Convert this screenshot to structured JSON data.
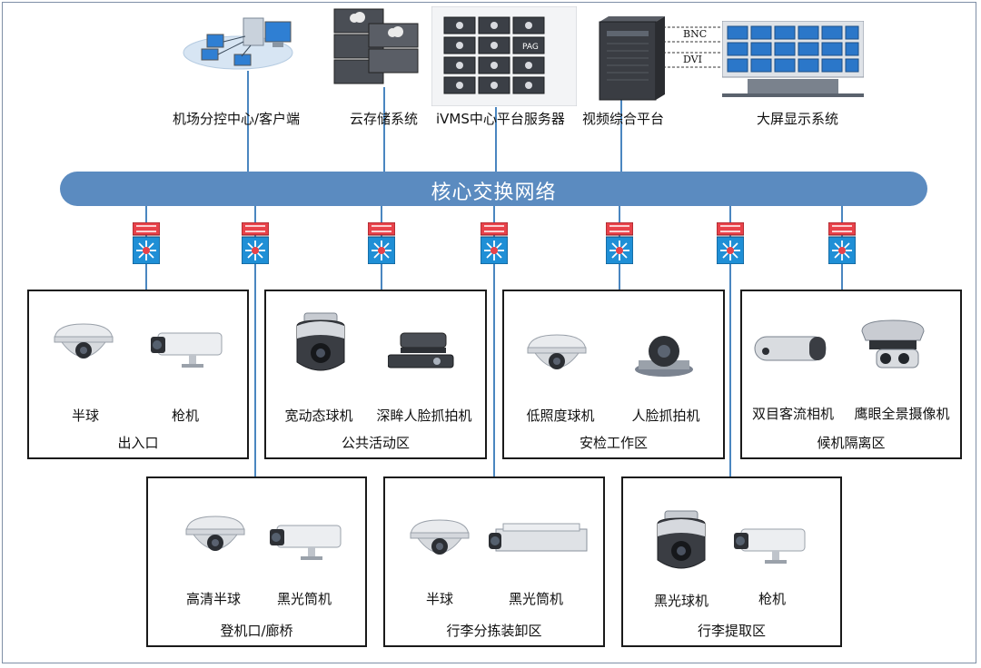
{
  "top_nodes": [
    {
      "label": "机场分控中心/客户端",
      "icon": "computer-network-icon"
    },
    {
      "label": "云存储系统",
      "icon": "cloud-storage-icon"
    },
    {
      "label": "iVMS中心平台服务器",
      "icon": "server-platform-icon"
    },
    {
      "label": "视频综合平台",
      "icon": "video-platform-rack-icon"
    },
    {
      "label": "大屏显示系统",
      "icon": "video-wall-icon"
    }
  ],
  "video_links": {
    "bnc": "BNC",
    "dvi": "DVI"
  },
  "core_network": "核心交换网络",
  "zones_top": [
    {
      "title": "出入口",
      "cameras": [
        {
          "label": "半球",
          "icon": "dome-camera-icon"
        },
        {
          "label": "枪机",
          "icon": "bullet-camera-icon"
        }
      ]
    },
    {
      "title": "公共活动区",
      "cameras": [
        {
          "label": "宽动态球机",
          "icon": "ptz-camera-icon"
        },
        {
          "label": "深眸人脸抓拍机",
          "icon": "face-capture-camera-icon"
        }
      ]
    },
    {
      "title": "安检工作区",
      "cameras": [
        {
          "label": "低照度球机",
          "icon": "dome-camera-icon"
        },
        {
          "label": "人脸抓拍机",
          "icon": "mini-ptz-camera-icon"
        }
      ]
    },
    {
      "title": "候机隔离区",
      "cameras": [
        {
          "label": "双目客流相机",
          "icon": "binocular-camera-icon"
        },
        {
          "label": "鹰眼全景摄像机",
          "icon": "panoramic-camera-icon"
        }
      ]
    }
  ],
  "zones_bottom": [
    {
      "title": "登机口/廊桥",
      "cameras": [
        {
          "label": "高清半球",
          "icon": "dome-camera-icon"
        },
        {
          "label": "黑光筒机",
          "icon": "bullet-camera-icon"
        }
      ]
    },
    {
      "title": "行李分拣装卸区",
      "cameras": [
        {
          "label": "半球",
          "icon": "dome-camera-icon"
        },
        {
          "label": "黑光筒机",
          "icon": "box-camera-icon"
        }
      ]
    },
    {
      "title": "行李提取区",
      "cameras": [
        {
          "label": "黑光球机",
          "icon": "ptz-camera-icon"
        },
        {
          "label": "枪机",
          "icon": "bullet-camera-icon"
        }
      ]
    }
  ]
}
